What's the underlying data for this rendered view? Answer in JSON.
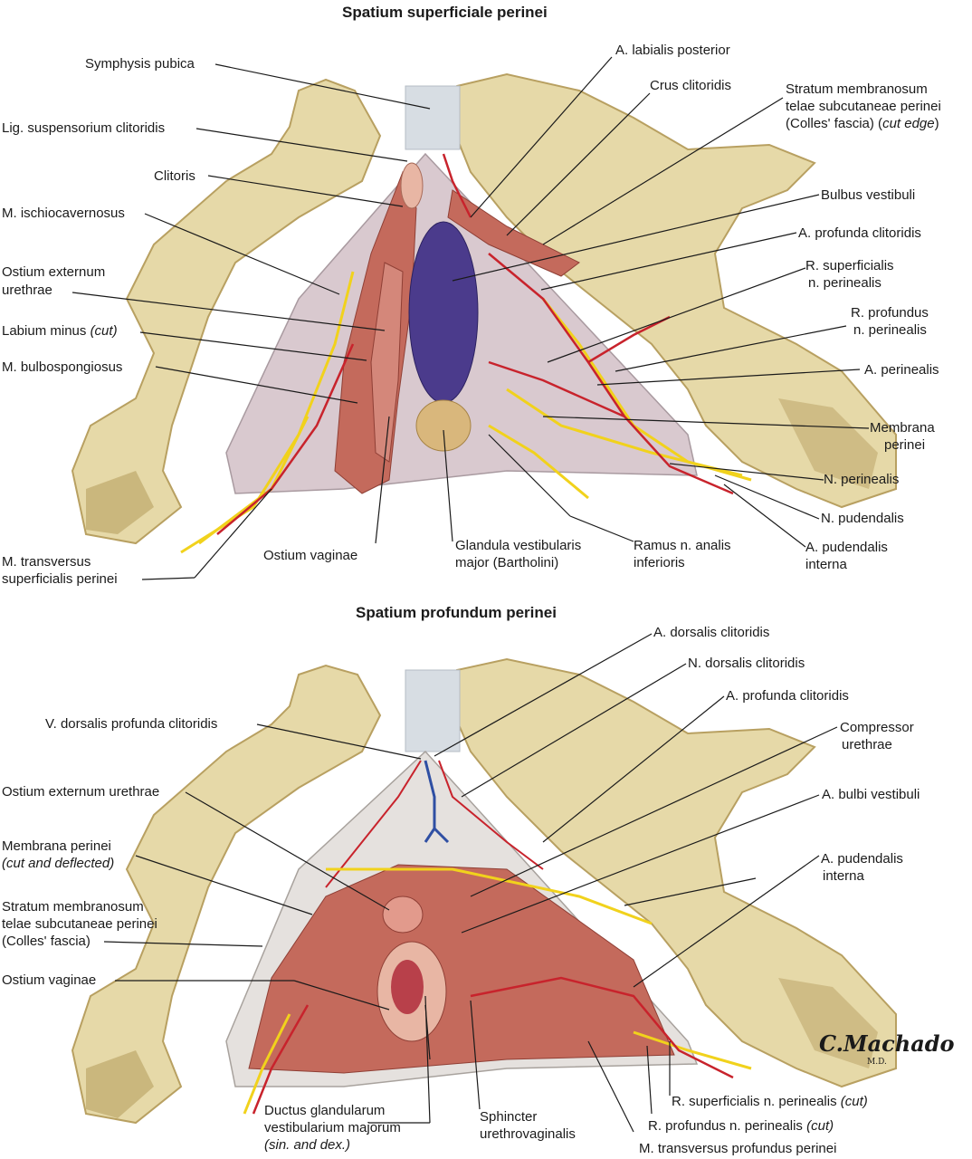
{
  "top_panel": {
    "title": "Spatium superficiale perinei",
    "labels": {
      "symphysis_pubica": "Symphysis pubica",
      "lig_suspensorium_clitoridis": "Lig. suspensorium clitoridis",
      "clitoris": "Clitoris",
      "m_ischiocavernosus": "M. ischiocavernosus",
      "ostium_externum_urethrae_l1": "Ostium externum",
      "ostium_externum_urethrae_l2": "urethrae",
      "labium_minus": "Labium minus",
      "labium_minus_note": "(cut)",
      "m_bulbospongiosus": "M. bulbospongiosus",
      "m_transversus_l1": "M. transversus",
      "m_transversus_l2": "superficialis perinei",
      "ostium_vaginae": "Ostium vaginae",
      "glandula_l1": "Glandula vestibularis",
      "glandula_l2": "major (Bartholini)",
      "ramus_l1": "Ramus n. analis",
      "ramus_l2": "inferioris",
      "a_labialis_posterior": "A. labialis posterior",
      "crus_clitoridis": "Crus clitoridis",
      "stratum_l1": "Stratum membranosum",
      "stratum_l2": "telae subcutaneae perinei",
      "stratum_l3a": "(Colles' fascia) (",
      "stratum_l3b": "cut edge",
      "stratum_l3c": ")",
      "bulbus_vestibuli": "Bulbus vestibuli",
      "a_profunda_clitoridis": "A. profunda clitoridis",
      "r_superficialis_l1": "R. superficialis",
      "r_superficialis_l2": "n. perinealis",
      "r_profundus_l1": "R. profundus",
      "r_profundus_l2": "n. perinealis",
      "a_perinealis": "A. perinealis",
      "membrana_l1": "Membrana",
      "membrana_l2": "perinei",
      "n_perinealis": "N. perinealis",
      "n_pudendalis": "N. pudendalis",
      "a_pudendalis_l1": "A. pudendalis",
      "a_pudendalis_l2": "interna"
    }
  },
  "bottom_panel": {
    "title": "Spatium profundum perinei",
    "labels": {
      "a_dorsalis_clitoridis": "A. dorsalis clitoridis",
      "n_dorsalis_clitoridis": "N. dorsalis clitoridis",
      "a_profunda_clitoridis": "A. profunda clitoridis",
      "compressor_l1": "Compressor",
      "compressor_l2": "urethrae",
      "a_bulbi_vestibuli": "A. bulbi vestibuli",
      "a_pudendalis_l1": "A. pudendalis",
      "a_pudendalis_l2": "interna",
      "v_dorsalis": "V. dorsalis profunda clitoridis",
      "ostium_externum_urethrae": "Ostium externum urethrae",
      "membrana_l1": "Membrana perinei",
      "membrana_l2": "(cut and deflected)",
      "stratum_l1": "Stratum membranosum",
      "stratum_l2": "telae subcutaneae perinei",
      "stratum_l3": "(Colles' fascia)",
      "ostium_vaginae": "Ostium vaginae",
      "ductus_l1": "Ductus glandularum",
      "ductus_l2": "vestibularium majorum",
      "ductus_l3": "(sin. and dex.)",
      "sphincter_l1": "Sphincter",
      "sphincter_l2": "urethrovaginalis",
      "r_superficialis_cut": "R. superficialis n. perinealis",
      "r_superficialis_cut_note": "(cut)",
      "r_profundus_cut": "R. profundus n. perinealis",
      "r_profundus_cut_note": "(cut)",
      "m_transversus_profundus": "M. transversus profundus perinei"
    }
  },
  "signature": {
    "name": "C.Machado",
    "suffix": "M.D."
  },
  "colors": {
    "bone": "#e6d9a8",
    "bone_shadow": "#b8a061",
    "muscle": "#c46a5c",
    "artery": "#c8232c",
    "nerve": "#f1d21c",
    "vein": "#2f4fa3",
    "bulb": "#4b3b8c",
    "gland": "#d9b77c",
    "membrane": "#d9c9cf"
  }
}
